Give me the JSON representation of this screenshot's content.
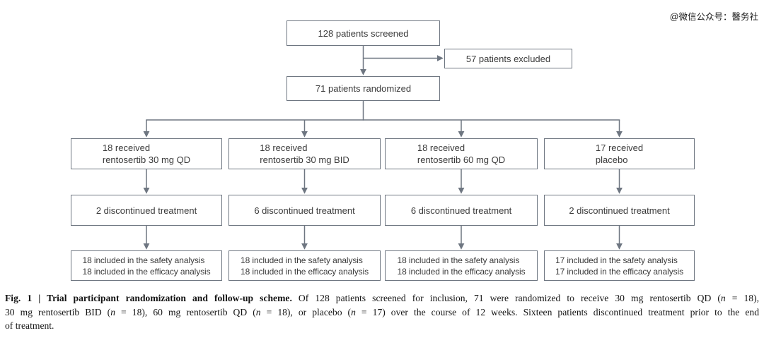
{
  "watermark": "@微信公众号：醫务社",
  "colors": {
    "line": "#6e7681",
    "box_text": "#3a3a3a",
    "caption_text": "#141414",
    "background": "#ffffff"
  },
  "diagram": {
    "screened": "128 patients screened",
    "excluded": "57 patients excluded",
    "randomized": "71 patients randomized",
    "arms": [
      {
        "received": [
          "18 received",
          "rentosertib 30 mg QD"
        ],
        "discontinued": "2 discontinued treatment",
        "analysis": [
          "18 included in the safety analysis",
          "18 included in the efficacy analysis"
        ]
      },
      {
        "received": [
          "18 received",
          "rentosertib 30 mg BID"
        ],
        "discontinued": "6 discontinued treatment",
        "analysis": [
          "18 included in the safety analysis",
          "18 included in the efficacy analysis"
        ]
      },
      {
        "received": [
          "18 received",
          "rentosertib 60 mg QD"
        ],
        "discontinued": "6 discontinued treatment",
        "analysis": [
          "18 included in the safety analysis",
          "18 included in the efficacy analysis"
        ]
      },
      {
        "received": [
          "17 received",
          "placebo"
        ],
        "discontinued": "2 discontinued treatment",
        "analysis": [
          "17 included in the safety analysis",
          "17 included in the efficacy analysis"
        ]
      }
    ]
  },
  "caption": {
    "lines": [
      [
        {
          "t": "Fig. 1 | Trial participant randomization and follow-up scheme.",
          "s": "b"
        },
        {
          "t": " Of 128 patients screened for inclusion, 71 were randomized to receive 30 mg rentosertib QD (",
          "s": "n"
        },
        {
          "t": "n",
          "s": "i"
        },
        {
          "t": " = 18),",
          "s": "n"
        }
      ],
      [
        {
          "t": "30 mg rentosertib BID (",
          "s": "n"
        },
        {
          "t": "n",
          "s": "i"
        },
        {
          "t": " = 18), 60 mg rentosertib QD (",
          "s": "n"
        },
        {
          "t": "n",
          "s": "i"
        },
        {
          "t": " = 18), or placebo (",
          "s": "n"
        },
        {
          "t": "n",
          "s": "i"
        },
        {
          "t": " = 17) over the course of 12 weeks. Sixteen patients discontinued treatment prior to the end",
          "s": "n"
        }
      ],
      [
        {
          "t": "of treatment.",
          "s": "n"
        }
      ]
    ]
  }
}
